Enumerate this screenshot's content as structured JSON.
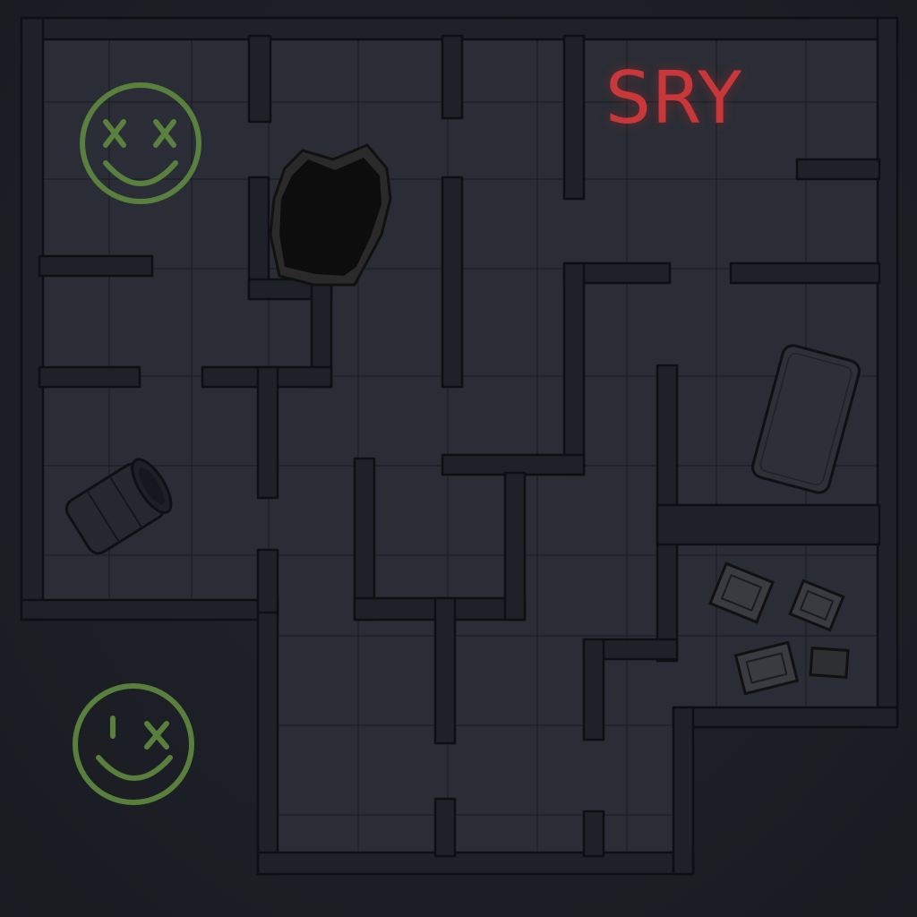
{
  "scene": {
    "graffiti_text": "SRY",
    "icons": {
      "smiley_top": "dead-smiley-graffiti",
      "smiley_bottom": "winking-dead-smiley-graffiti",
      "hole": "broken-wall-hole",
      "barrel": "tipped-barrel",
      "mattress": "worn-mattress",
      "crates": "scattered-crates"
    }
  },
  "colors": {
    "graffiti_red": "#c8373a",
    "graffiti_green": "#5f8a3f",
    "background": "#1c1e24",
    "floor": "#2a2d35",
    "wall": "#1f2128"
  }
}
